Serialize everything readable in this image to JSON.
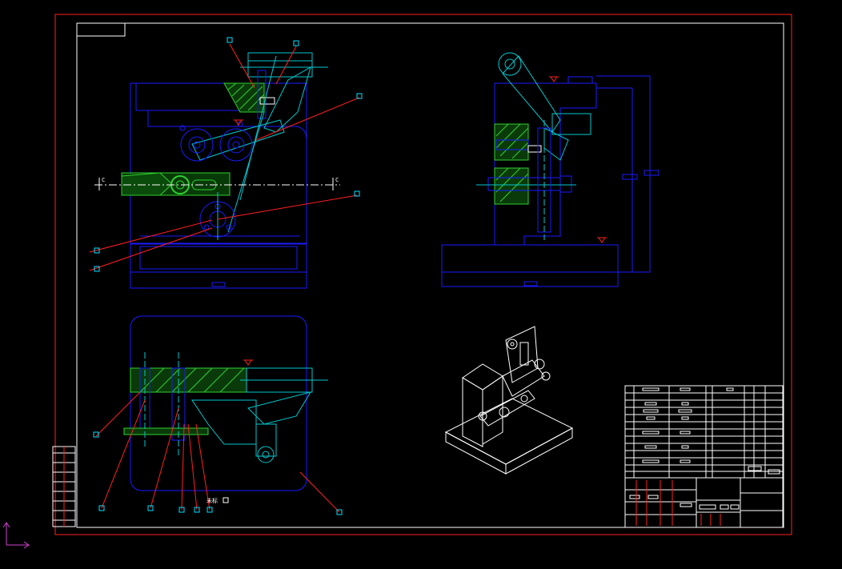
{
  "drawing": {
    "section_mark_left": "C",
    "section_mark_right": "C",
    "note_text": "未标",
    "colors": {
      "background": "#000000",
      "frame": "#ff2020",
      "outline": "#1a1aff",
      "centerline": "#00c8d0",
      "hatch": "#30d030",
      "leader": "#ff2020",
      "balloon": "#00e0ff",
      "iso_view": "#ffffff",
      "table_lines": "#ffffff",
      "ucs_icon": "#d040d0"
    },
    "icons": [
      "ucs-icon",
      "surface-finish-icon"
    ]
  }
}
